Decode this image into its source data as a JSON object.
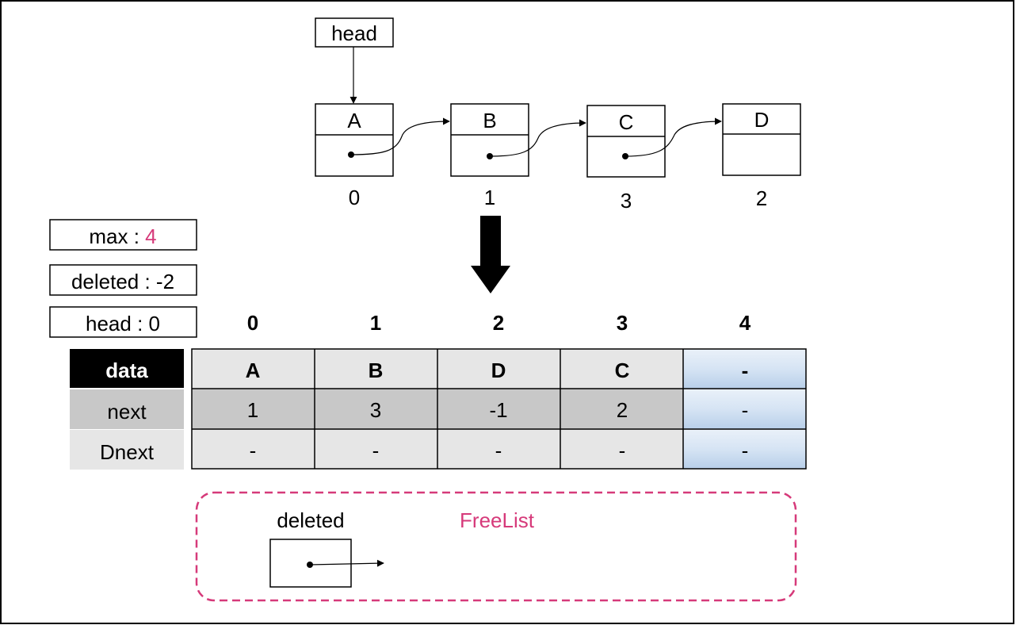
{
  "colors": {
    "accent": "#d63a7a",
    "header_black": "#000000",
    "row_next_bg": "#c8c8c8",
    "row_light_bg": "#e6e6e6",
    "free_cell_gradient": [
      "#eaf1f9",
      "#b8cfe9"
    ]
  },
  "linked_list": {
    "head_label": "head",
    "nodes": [
      {
        "data": "A",
        "index": "0"
      },
      {
        "data": "B",
        "index": "1"
      },
      {
        "data": "C",
        "index": "3"
      },
      {
        "data": "D",
        "index": "2"
      }
    ]
  },
  "fields": {
    "max_label": "max : ",
    "max_value": "4",
    "deleted": "deleted : -2",
    "head": "head : 0"
  },
  "table": {
    "indices": [
      "0",
      "1",
      "2",
      "3",
      "4"
    ],
    "rows": [
      {
        "label": "data",
        "cells": [
          "A",
          "B",
          "D",
          "C",
          "-"
        ]
      },
      {
        "label": "next",
        "cells": [
          "1",
          "3",
          "-1",
          "2",
          "-"
        ]
      },
      {
        "label": "Dnext",
        "cells": [
          "-",
          "-",
          "-",
          "-",
          "-"
        ]
      }
    ]
  },
  "freelist": {
    "title": "FreeList",
    "deleted_label": "deleted"
  }
}
